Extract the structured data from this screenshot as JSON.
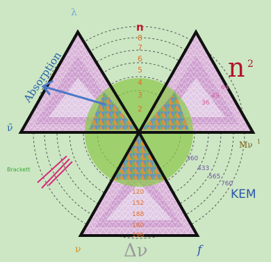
{
  "colors": {
    "background": "#cde7c4",
    "triangle_fill": "#d9b3d8",
    "triangle_band": "#c48ec9",
    "triangle_inner": "#e6d4ea",
    "circle": "#8cc84b",
    "n_squared": "#b0152b",
    "absorption": "#2563a8",
    "kem": "#2b56a8",
    "delta_nu": "#9a9a9a",
    "shell_numbers": "#e0702a",
    "red_n": "#c0162c",
    "brackett": "#3aa636",
    "arrow_blue": "#4b78c8",
    "arrow_magenta": "#d7287a"
  },
  "labels": {
    "n": "n",
    "n_squared_base": "n",
    "n_squared_exp": "2",
    "absorption": "Absorption",
    "lambda": "λ",
    "nu_bar": "ν̄",
    "brackett": "Brackett",
    "m_nu": "Mν",
    "m_nu_exp": "1",
    "kem": "KEM",
    "delta_nu": "Δν",
    "nu": "ν",
    "f": "f"
  },
  "shell_numbers": [
    "8",
    "7",
    "6",
    "5",
    "4",
    "3",
    "2"
  ],
  "right_values": [
    "64",
    "49",
    "36"
  ],
  "kem_values": [
    "360",
    "433",
    "565",
    "760"
  ],
  "bottom_values": [
    "120",
    "152",
    "188",
    "180",
    "196"
  ]
}
